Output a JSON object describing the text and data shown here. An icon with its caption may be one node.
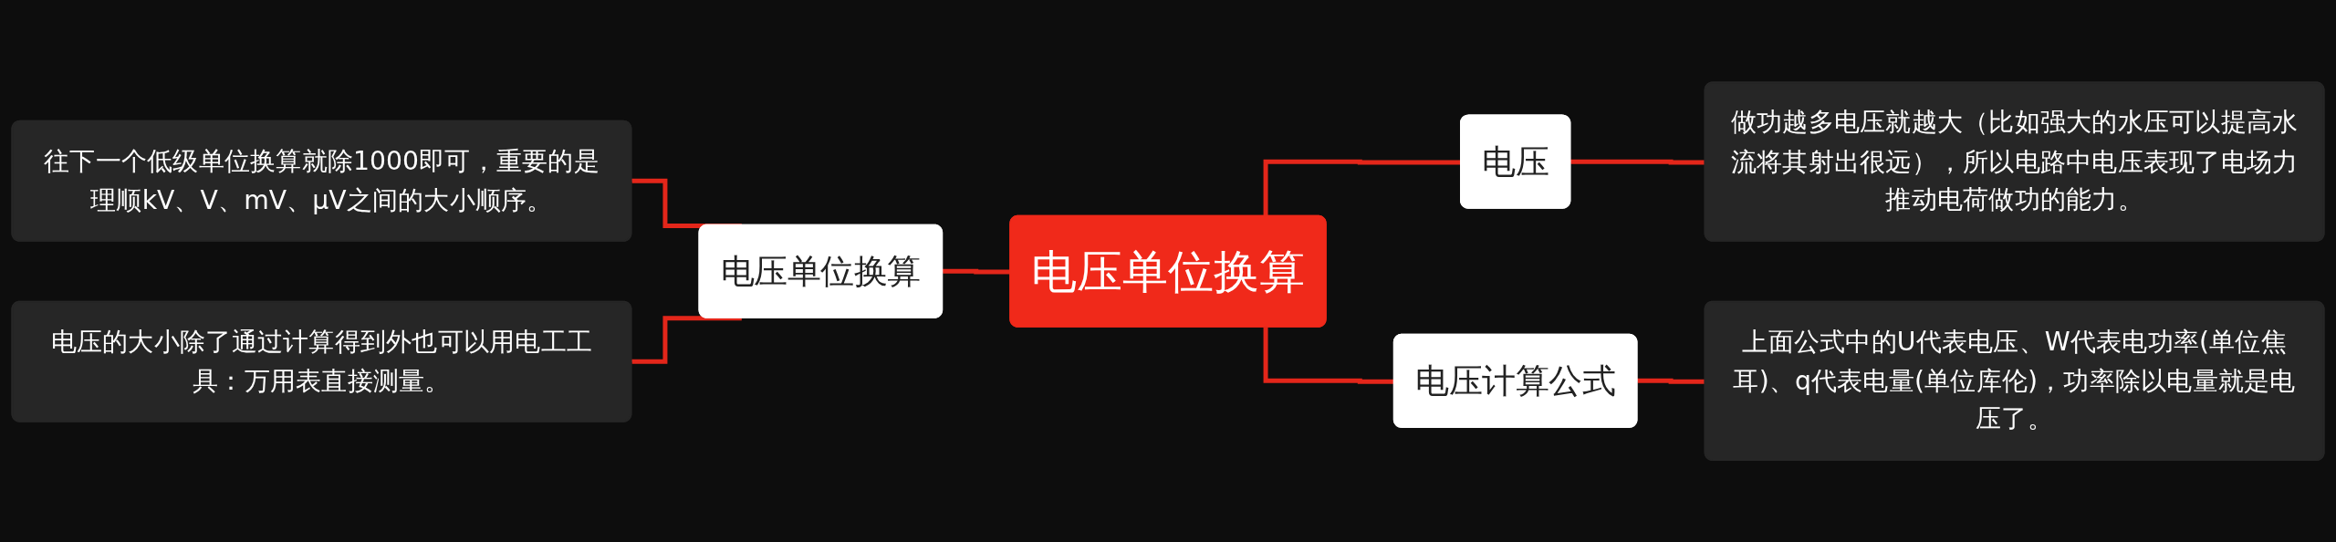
{
  "diagram": {
    "nodes": [
      {
        "text": [
          "电压单位换算"
        ]
      },
      {
        "text": [
          "电压单位换算"
        ]
      },
      {
        "text": [
          "往下一个低级单位换算就除1000即可，重要的是理顺kV、V、mV、μV之间的大小顺序。"
        ]
      },
      {
        "text": [
          "电压的大小除了通过计算得到外也可以用电工工具：万用表直接测量。"
        ]
      },
      {
        "text": [
          "电压"
        ]
      },
      {
        "text": [
          "做功越多电压就越大（比如强大的水压可以提高水流将其射出很远），所以电路中电压表现了电场力推动电荷做功的能力。"
        ]
      },
      {
        "text": [
          "电压计算公式"
        ]
      },
      {
        "text": [
          "上面公式中的U代表电压、W代表电功率(单位焦耳)、q代表电量(单位库伦)，功率除以电量就是电压了。"
        ]
      }
    ],
    "edges": [
      {
        "from": 0,
        "to": 1,
        "arrow": "none"
      },
      {
        "from": 1,
        "to": 2,
        "arrow": "none"
      },
      {
        "from": 1,
        "to": 3,
        "arrow": "none"
      },
      {
        "from": 0,
        "to": 4,
        "arrow": "none"
      },
      {
        "from": 4,
        "to": 5,
        "arrow": "none"
      },
      {
        "from": 0,
        "to": 6,
        "arrow": "none"
      },
      {
        "from": 6,
        "to": 7,
        "arrow": "none"
      }
    ]
  }
}
